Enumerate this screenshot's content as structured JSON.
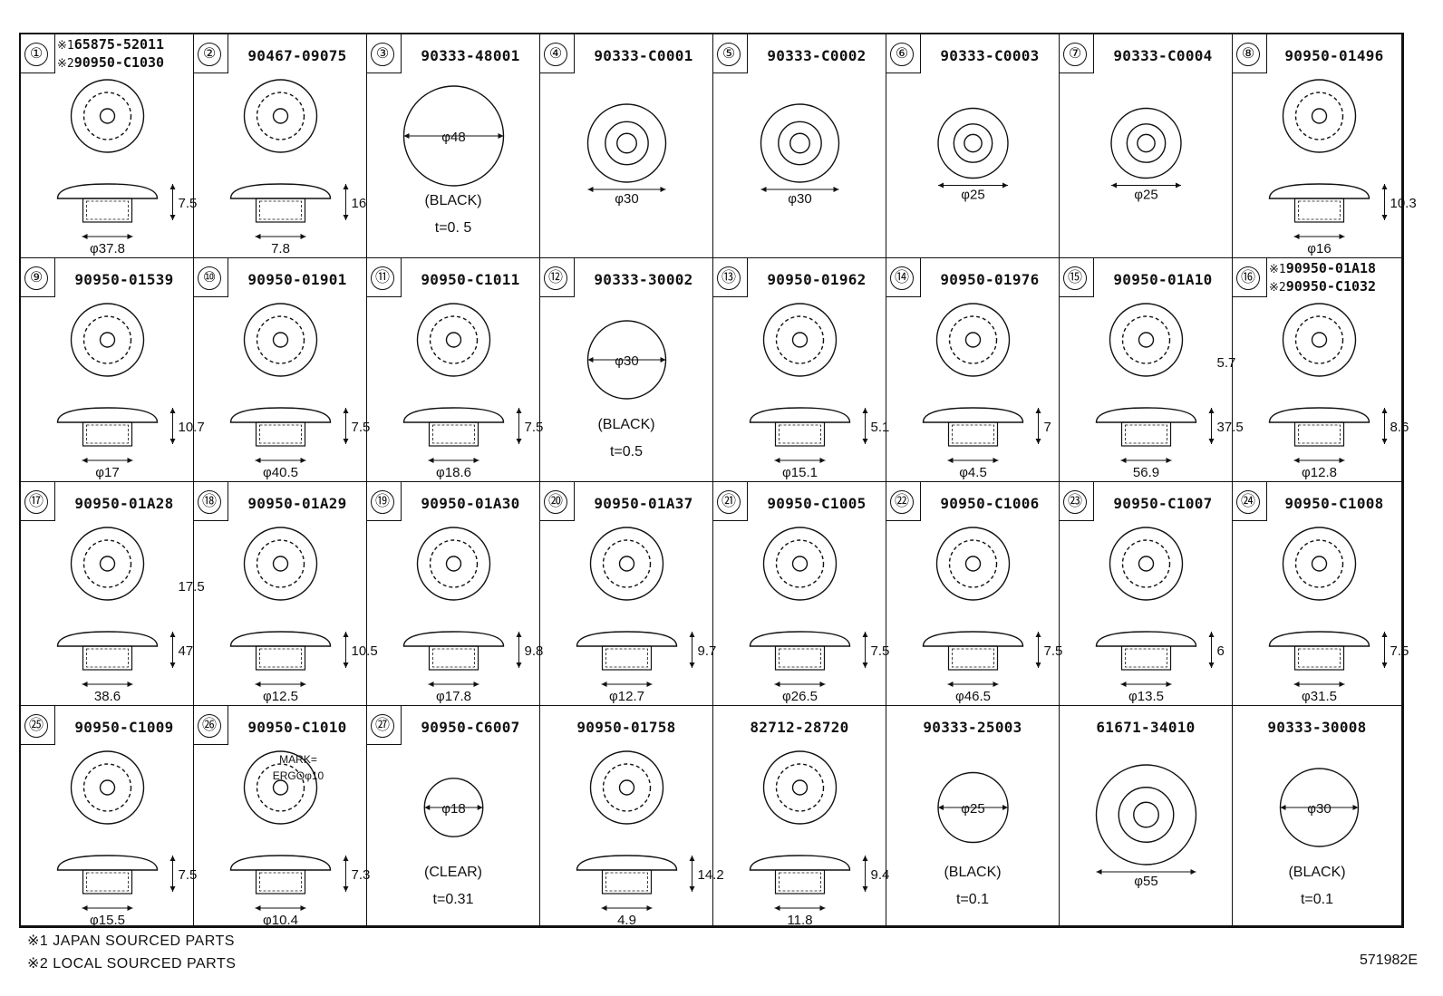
{
  "cells": [
    {
      "num": "①",
      "pn": "",
      "pn_lines": [
        {
          "mark": "※1",
          "code": "65875-52011"
        },
        {
          "mark": "※2",
          "code": "90950-C1030"
        }
      ],
      "dims": [
        "7.5",
        "φ37.8"
      ],
      "notes": []
    },
    {
      "num": "②",
      "pn": "90467-09075",
      "dims": [
        "16",
        "7.8"
      ],
      "notes": []
    },
    {
      "num": "③",
      "pn": "90333-48001",
      "dims": [
        "φ48"
      ],
      "notes": [
        "(BLACK)",
        "t=0. 5"
      ]
    },
    {
      "num": "④",
      "pn": "90333-C0001",
      "dims": [
        "φ30"
      ],
      "notes": []
    },
    {
      "num": "⑤",
      "pn": "90333-C0002",
      "dims": [
        "φ30"
      ],
      "notes": []
    },
    {
      "num": "⑥",
      "pn": "90333-C0003",
      "dims": [
        "φ25"
      ],
      "notes": []
    },
    {
      "num": "⑦",
      "pn": "90333-C0004",
      "dims": [
        "φ25"
      ],
      "notes": []
    },
    {
      "num": "⑧",
      "pn": "90950-01496",
      "dims": [
        "10.3",
        "φ16"
      ],
      "notes": []
    },
    {
      "num": "⑨",
      "pn": "90950-01539",
      "dims": [
        "10.7",
        "φ17"
      ],
      "notes": []
    },
    {
      "num": "⑩",
      "pn": "90950-01901",
      "dims": [
        "7.5",
        "φ40.5"
      ],
      "notes": []
    },
    {
      "num": "⑪",
      "pn": "90950-C1011",
      "dims": [
        "7.5",
        "φ18.6"
      ],
      "notes": []
    },
    {
      "num": "⑫",
      "pn": "90333-30002",
      "dims": [
        "φ30"
      ],
      "notes": [
        "(BLACK)",
        "t=0.5"
      ]
    },
    {
      "num": "⑬",
      "pn": "90950-01962",
      "dims": [
        "5.1",
        "φ15.1"
      ],
      "notes": []
    },
    {
      "num": "⑭",
      "pn": "90950-01976",
      "dims": [
        "7",
        "φ4.5"
      ],
      "notes": []
    },
    {
      "num": "⑮",
      "pn": "90950-01A10",
      "dims": [
        "37.5",
        "5.7",
        "56.9"
      ],
      "notes": []
    },
    {
      "num": "⑯",
      "pn": "",
      "pn_lines": [
        {
          "mark": "※1",
          "code": "90950-01A18"
        },
        {
          "mark": "※2",
          "code": "90950-C1032"
        }
      ],
      "dims": [
        "8.6",
        "φ12.8"
      ],
      "notes": []
    },
    {
      "num": "⑰",
      "pn": "90950-01A28",
      "dims": [
        "47",
        "17.5",
        "38.6"
      ],
      "notes": []
    },
    {
      "num": "⑱",
      "pn": "90950-01A29",
      "dims": [
        "10.5",
        "φ12.5"
      ],
      "notes": []
    },
    {
      "num": "⑲",
      "pn": "90950-01A30",
      "dims": [
        "9.8",
        "φ17.8"
      ],
      "notes": []
    },
    {
      "num": "⑳",
      "pn": "90950-01A37",
      "dims": [
        "9.7",
        "φ12.7"
      ],
      "notes": []
    },
    {
      "num": "㉑",
      "pn": "90950-C1005",
      "dims": [
        "7.5",
        "φ26.5"
      ],
      "notes": []
    },
    {
      "num": "㉒",
      "pn": "90950-C1006",
      "dims": [
        "7.5",
        "φ46.5"
      ],
      "notes": []
    },
    {
      "num": "㉓",
      "pn": "90950-C1007",
      "dims": [
        "6",
        "φ13.5"
      ],
      "notes": []
    },
    {
      "num": "㉔",
      "pn": "90950-C1008",
      "dims": [
        "7.5",
        "φ31.5"
      ],
      "notes": []
    },
    {
      "num": "㉕",
      "pn": "90950-C1009",
      "dims": [
        "7.5",
        "φ15.5"
      ],
      "notes": []
    },
    {
      "num": "㉖",
      "pn": "90950-C1010",
      "dims": [
        "7.3",
        "φ10.4"
      ],
      "notes": [
        "MARK=",
        "ERGOφ10"
      ]
    },
    {
      "num": "㉗",
      "pn": "90950-C6007",
      "dims": [
        "φ18"
      ],
      "notes": [
        "(CLEAR)",
        "t=0.31"
      ]
    },
    {
      "num": "",
      "pn": "90950-01758",
      "dims": [
        "14.2",
        "4.9"
      ],
      "notes": []
    },
    {
      "num": "",
      "pn": "82712-28720",
      "dims": [
        "9.4",
        "11.8"
      ],
      "notes": []
    },
    {
      "num": "",
      "pn": "90333-25003",
      "dims": [
        "φ25"
      ],
      "notes": [
        "(BLACK)",
        "t=0.1"
      ]
    },
    {
      "num": "",
      "pn": "61671-34010",
      "dims": [
        "φ55"
      ],
      "notes": []
    },
    {
      "num": "",
      "pn": "90333-30008",
      "dims": [
        "φ30"
      ],
      "notes": [
        "(BLACK)",
        "t=0.1"
      ]
    }
  ],
  "legend": [
    "※1  JAPAN SOURCED PARTS",
    "※2  LOCAL SOURCED PARTS"
  ],
  "ref_code": "571982E"
}
